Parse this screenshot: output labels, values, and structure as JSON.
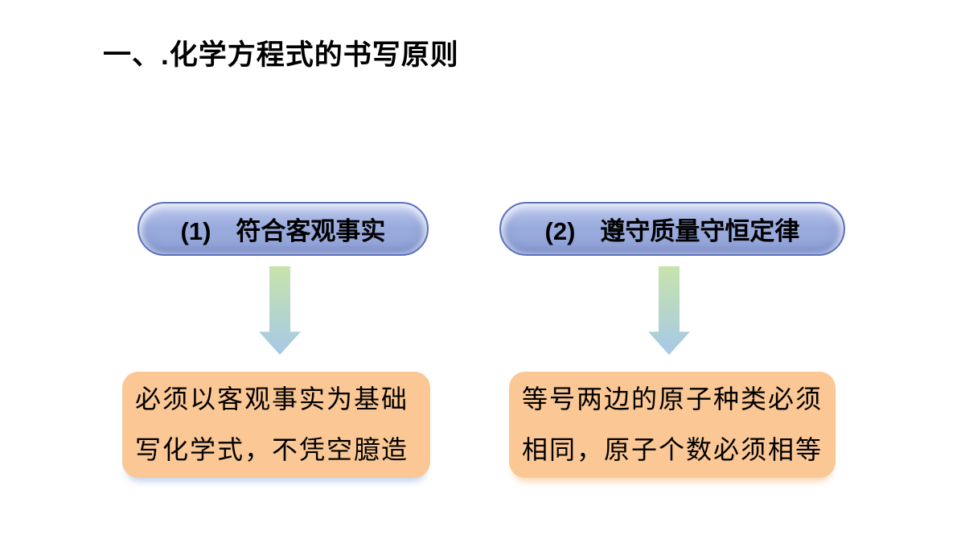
{
  "slide": {
    "title": "一、.化学方程式的书写原则",
    "principles": [
      {
        "heading": "(1)　符合客观事实",
        "detail_line1": "必须以客观事实为基础",
        "detail_line2": "写化学式，不凭空臆造"
      },
      {
        "heading": "(2)　遵守质量守恒定律",
        "detail_line1": "等号两边的原子种类必须",
        "detail_line2": "相同，原子个数必须相等"
      }
    ]
  },
  "colors": {
    "background": "#ffffff",
    "text": "#000000",
    "pill_fill": "#98a9dc",
    "pill_fill_light": "#bdc9ee",
    "pill_border": "#5c71bd",
    "arrow_green": "#c7e4ac",
    "arrow_blue": "#a6c8e6",
    "detail_fill": "#fac795"
  }
}
